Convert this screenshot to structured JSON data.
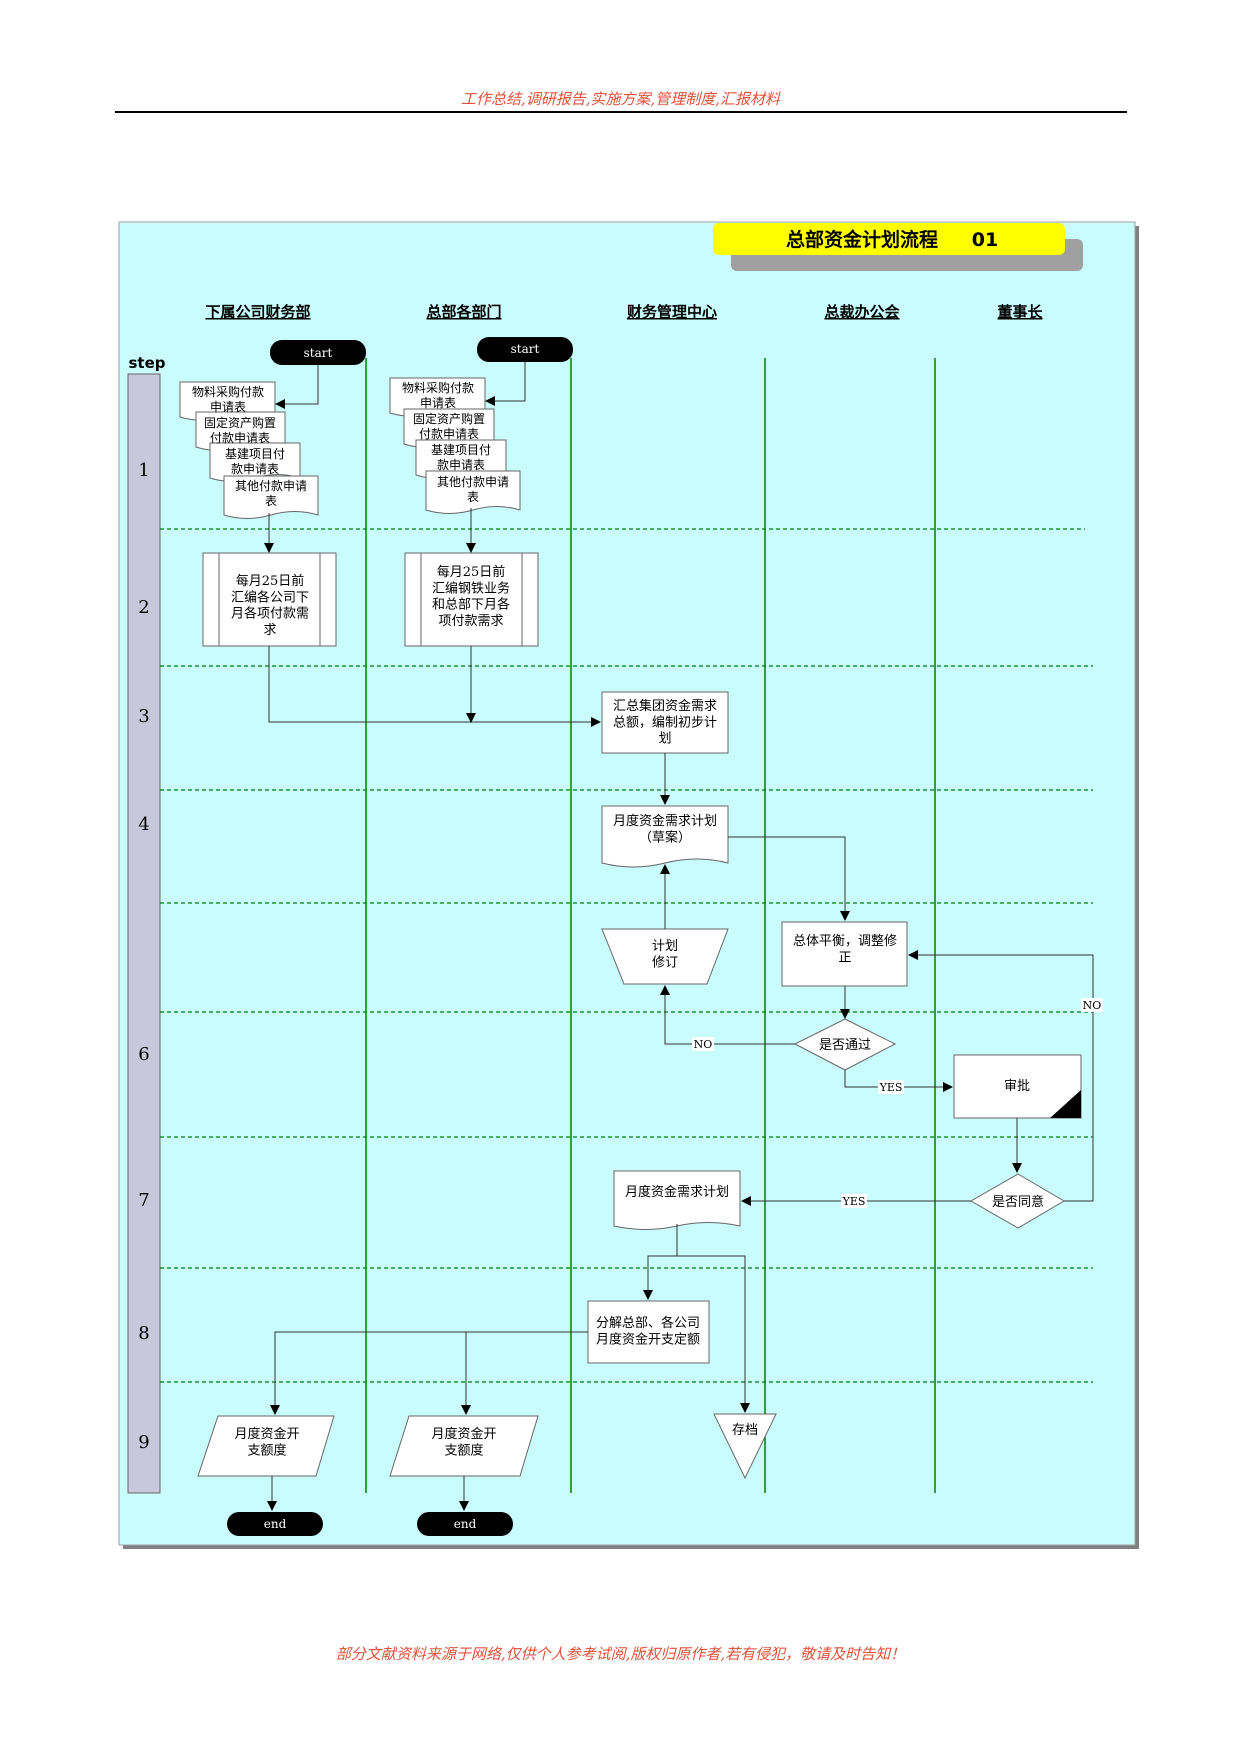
{
  "page": {
    "header": "工作总结,调研报告,实施方案,管理制度,汇报材料",
    "footer": "部分文献资料来源于网络,仅供个人参考试阅,版权归原作者,若有侵犯，敬请及时告知！"
  },
  "diagram": {
    "title": "总部资金计划流程",
    "number": "01",
    "lanes": [
      "下属公司财务部",
      "总部各部门",
      "财务管理中心",
      "总裁办公会",
      "董事长"
    ],
    "step_label": "step",
    "steps": [
      "1",
      "2",
      "3",
      "4",
      "6",
      "7",
      "8",
      "9"
    ],
    "start": "start",
    "end": "end",
    "forms_lane1": [
      "物料采购付款申请表",
      "固定资产购置付款申请表",
      "基建项目付款申请表",
      "其他付款申请表"
    ],
    "forms_lane2": [
      "物料采购付款申请表",
      "固定资产购置付款申请表",
      "基建项目付款申请表",
      "其他付款申请表"
    ],
    "nodes": {
      "compile_sub": "每月25日前汇编各公司下月各项付款需求",
      "compile_hq": "每月25日前汇编钢铁业务和总部下月各项付款需求",
      "aggregate": "汇总集团资金需求总额，编制初步计划",
      "draft_plan": "月度资金需求计划（草案）",
      "revise": "计划修订",
      "balance": "总体平衡，调整修正",
      "pass_q": "是否通过",
      "approve": "审批",
      "agree_q": "是否同意",
      "final_plan": "月度资金需求计划",
      "decompose": "分解总部、各公司月度资金开支定额",
      "quota": "月度资金开支额度",
      "archive": "存档"
    },
    "edge_labels": {
      "no": "NO",
      "yes": "YES"
    },
    "colors": {
      "background": "#c9fcfc",
      "title": "#ffff00",
      "lane_line": "#008000",
      "step_bar": "#c8c8dc",
      "divider": "#008000",
      "accent_red": "#e0523a"
    }
  }
}
